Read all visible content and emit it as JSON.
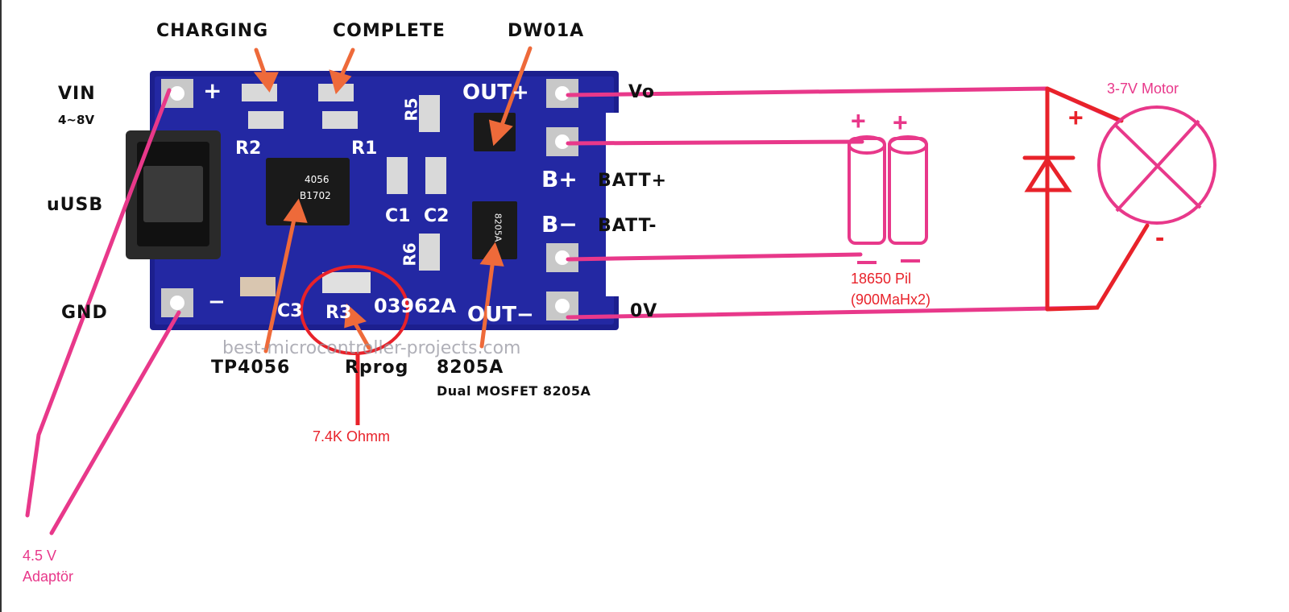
{
  "top_labels": {
    "charging": "CHARGING",
    "complete": "COMPLETE",
    "dw01a": "DW01A"
  },
  "left_labels": {
    "vin": "VIN",
    "vin_range": "4~8V",
    "uusb": "uUSB",
    "gnd": "GND"
  },
  "right_labels": {
    "vo": "Vo",
    "batt_plus": "BATT+",
    "batt_minus": "BATT-",
    "zero_v": "0V"
  },
  "bottom_labels": {
    "tp4056": "TP4056",
    "rprog": "Rprog",
    "ic_8205a": "8205A",
    "dual_mosfet": "Dual MOSFET 8205A"
  },
  "pcb_silk": {
    "plus": "+",
    "minus": "−",
    "r2": "R2",
    "r1": "R1",
    "r5": "R5",
    "r6": "R6",
    "c1": "C1",
    "c2": "C2",
    "c3": "C3",
    "r3": "R3",
    "code": "03962A",
    "out_plus": "OUT+",
    "out_minus": "OUT−",
    "b_plus": "B+",
    "b_minus": "B−",
    "chip_tp": "4056",
    "chip_tp2": "B1702",
    "chip_mos": "8205A"
  },
  "watermark": "best-microcontroller-projects.com",
  "annotations": {
    "resistor_value": "7.4K Ohmm",
    "adaptor_voltage": "4.5 V",
    "adaptor_word": "Adaptör",
    "battery_name": "18650 Pil",
    "battery_capacity": "(900MaHx2)",
    "motor_label": "3-7V Motor",
    "battery_plus_1": "+",
    "battery_plus_2": "+",
    "motor_plus": "+",
    "motor_minus": "-"
  },
  "colors": {
    "pcb": "#1c1f8e",
    "pink_wire": "#e8388a",
    "red_wire": "#e8222a",
    "arrow": "#ee6a3a"
  }
}
